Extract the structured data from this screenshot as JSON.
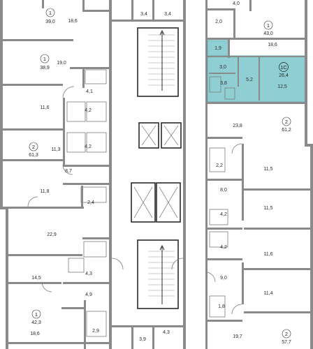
{
  "colors": {
    "highlight": "#8fcfd3",
    "highlight_border": "#5fb0b6",
    "wall": "#8a8a8a",
    "background": "#ffffff"
  },
  "apartments": [
    {
      "id": "apt-left-1",
      "number": "1",
      "area": "39,0"
    },
    {
      "id": "apt-left-2",
      "number": "1",
      "area": "38,9"
    },
    {
      "id": "apt-left-3",
      "number": "2",
      "area": "61,3"
    },
    {
      "id": "apt-left-4",
      "number": "1",
      "area": "42,3"
    },
    {
      "id": "apt-right-1",
      "number": "1",
      "area": "43,0"
    },
    {
      "id": "apt-right-selected",
      "number": "1С",
      "area": "26,4"
    },
    {
      "id": "apt-right-2",
      "number": "2",
      "area": "61,2"
    },
    {
      "id": "apt-right-3",
      "number": "2",
      "area": "57,7"
    }
  ],
  "rooms": {
    "l1_main": "18,6",
    "l2_main": "19,0",
    "l2_bath": "4,1",
    "l3_room_a": "11,6",
    "l3_bath_a": "4,2",
    "l3_bath_b": "4,2",
    "l3_room_b": "11,3",
    "l3_hall": "8,7",
    "l3_room_c": "11,8",
    "l3_bath_c": "2,4",
    "l_big": "22,9",
    "l4_room": "14,5",
    "l4_bath_a": "4,3",
    "l4_bath_b": "4,9",
    "l4_main": "18,6",
    "l4_small": "2,9",
    "c_top_a": "3,4",
    "c_top_b": "3,4",
    "c_bot_a": "3,9",
    "c_bot_b": "4,3",
    "r_top": "4,0",
    "r_small": "2,0",
    "r1_main": "18,6",
    "sel_small": "1,9",
    "sel_hall": "3,0",
    "sel_bath": "3,8",
    "sel_kitchen": "5,2",
    "sel_room": "12,5",
    "r2_big": "23,8",
    "r2_bath": "2,2",
    "r2_room_a": "11,5",
    "r2_hall": "8,0",
    "r2_bath_b": "4,2",
    "r2_room_b": "11,5",
    "r2_bath_c": "4,2",
    "r3_room_a": "11,6",
    "r3_hall": "9,0",
    "r3_room_b": "11,4",
    "r3_bath": "1,8",
    "r3_main": "19,7"
  }
}
